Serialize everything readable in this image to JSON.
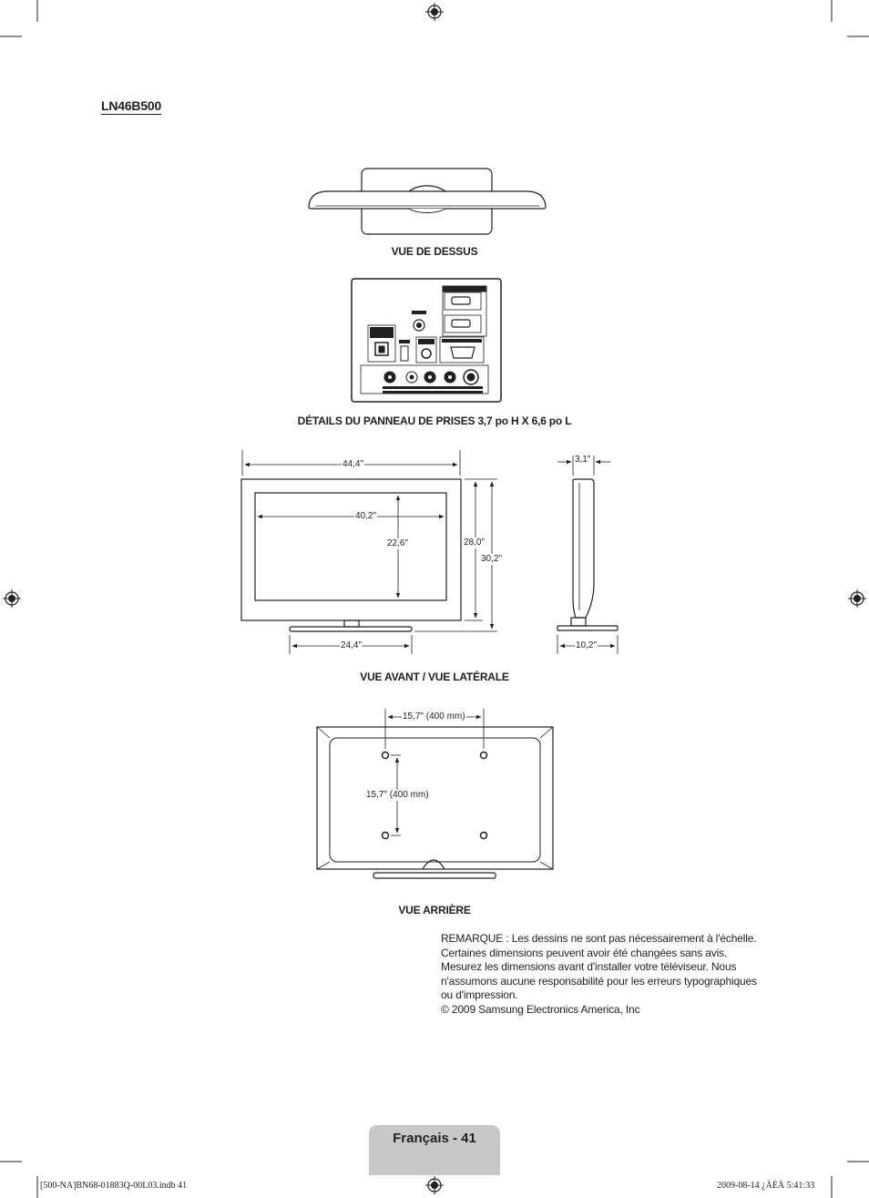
{
  "model": "LN46B500",
  "views": {
    "top": "VUE DE DESSUS",
    "jack_panel": "DÉTAILS DU PANNEAU DE PRISES 3,7 po H X 6,6 po L",
    "front_side": "VUE AVANT / VUE LATÉRALE",
    "rear": "VUE ARRIÈRE"
  },
  "dimensions": {
    "width_total": "44,4\"",
    "screen_width": "40,2\"",
    "screen_height": "22,6\"",
    "height_no_stand": "28,0\"",
    "height_total": "30,2\"",
    "stand_width": "24,4\"",
    "depth_panel": "3,1\"",
    "depth_stand": "10,2\"",
    "vesa_horizontal": "15,7\" (400 mm)",
    "vesa_vertical": "15,7\" (400 mm)"
  },
  "note": {
    "lines": [
      "REMARQUE : Les dessins ne sont pas nécessairement à l'échelle.",
      "Certaines dimensions peuvent avoir été changées sans avis.",
      "Mesurez les dimensions avant d'installer votre téléviseur. Nous",
      "n'assumons aucune responsabilité pour les erreurs typographiques",
      "ou d'impression."
    ],
    "copyright": "© 2009 Samsung Electronics America, Inc"
  },
  "footer": {
    "label": "Français - 41",
    "print_left": "[500-NA]BN68-01883Q-00L03.indb   41",
    "print_right": "2009-08-14   ¿ÀÈÄ 5:41:33"
  },
  "colors": {
    "ink": "#231f20",
    "tab": "#c8c8c9"
  }
}
